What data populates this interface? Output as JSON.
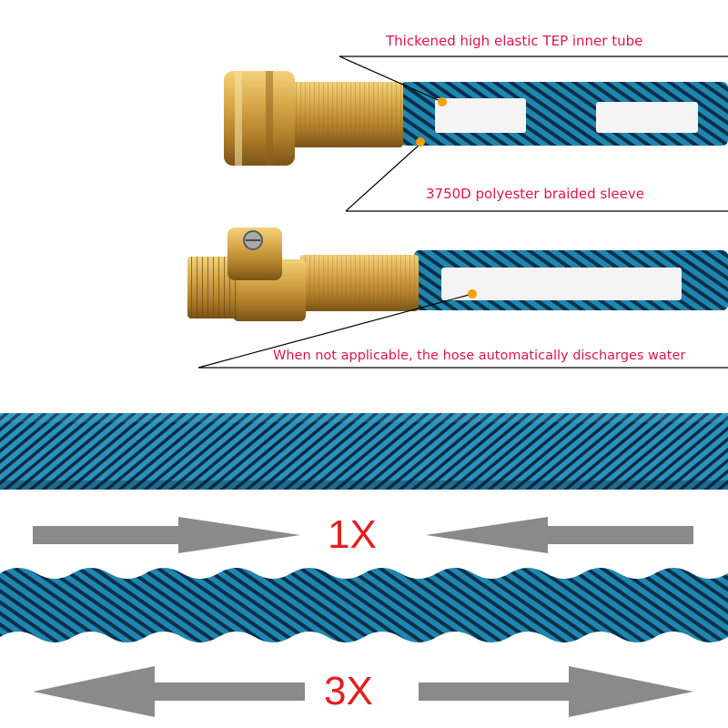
{
  "callouts": {
    "inner_tube": "Thickened high elastic TEP inner tube",
    "sleeve": "3750D polyester braided sleeve",
    "discharge": "When not applicable, the hose automatically discharges water"
  },
  "comparison": {
    "relaxed_label": "1X",
    "expanded_label": "3X"
  },
  "colors": {
    "label_text": "#e0144c",
    "ratio_text": "#e02020",
    "arrow": "#8a8a8a",
    "hose_blue": "#1f7fa8",
    "hose_dark": "#0b2f4a",
    "brass": "#c89a3c",
    "dot": "#f5a000"
  }
}
